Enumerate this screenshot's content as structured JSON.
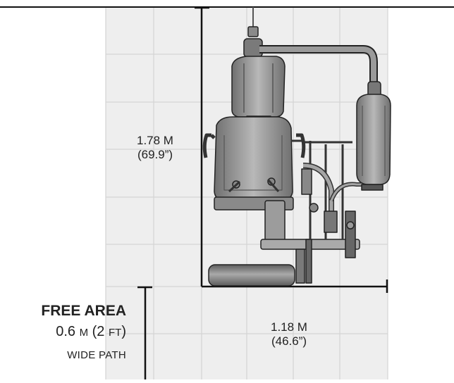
{
  "dimensions": {
    "height": {
      "metric": "1.78 M",
      "imperial": "(69.9”)"
    },
    "width": {
      "metric": "1.18 M",
      "imperial": "(46.6”)"
    }
  },
  "free_area": {
    "title": "FREE AREA",
    "size_number": "0.6",
    "size_unit": "M",
    "size_open": "(2",
    "size_ft": "FT",
    "size_close": ")",
    "path": "WIDE PATH"
  },
  "colors": {
    "grid_fill": "#eeeeee",
    "grid_line": "#d4d4d4",
    "dimension_line": "#111111",
    "equipment_dark": "#3a3a3a",
    "equipment_mid": "#8a8a8a",
    "equipment_light": "#b5b5b5"
  }
}
